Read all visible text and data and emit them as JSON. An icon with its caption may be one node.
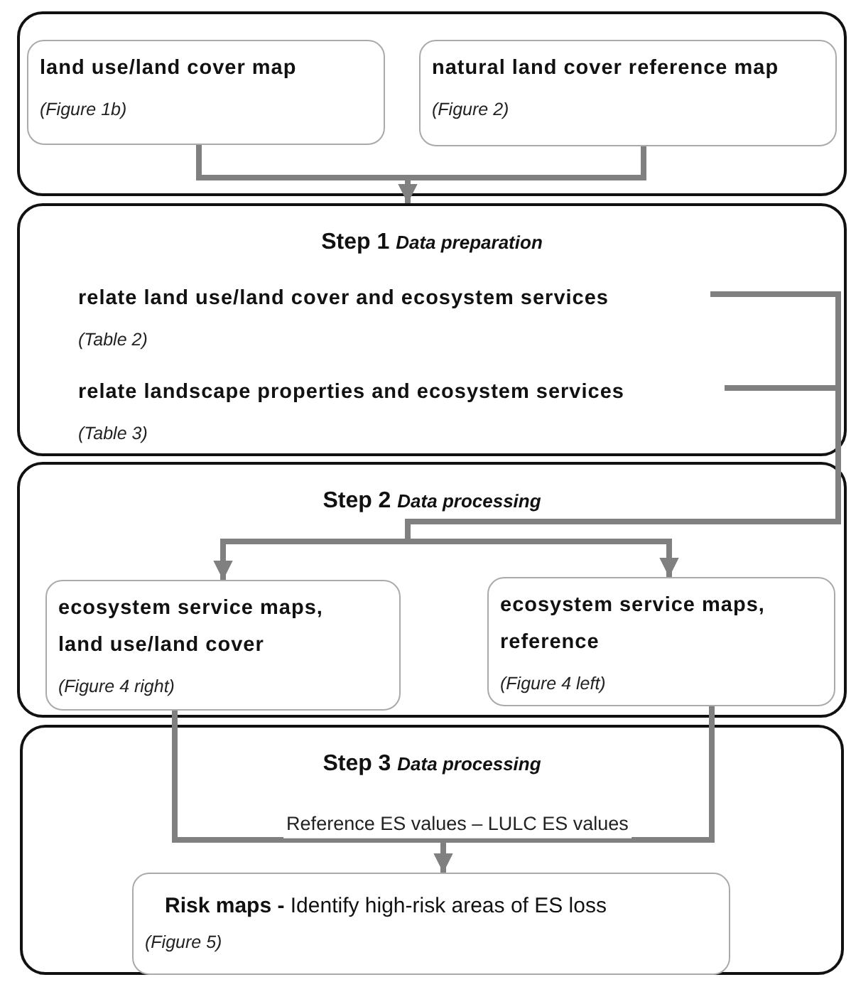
{
  "diagram": {
    "nodes": [
      {
        "text": [],
        "shape": "box"
      },
      {
        "text": [
          "land use/land cover map",
          "(Figure 1b)"
        ],
        "in": 0
      },
      {
        "text": [
          "natural land cover reference map",
          "(Figure 2)"
        ],
        "in": 0
      },
      {
        "text": [
          "Step 1 *Data preparation*"
        ]
      },
      {
        "text": [
          "relate land use/land cover and ecosystem services",
          "(Table 2)"
        ],
        "in": 3
      },
      {
        "text": [
          "relate landscape properties and ecosystem services",
          "(Table 3)"
        ],
        "in": 3
      },
      {
        "text": [
          "Step 2 *Data processing*"
        ]
      },
      {
        "text": [
          "ecosystem service maps, land use/land cover",
          "(Figure 4 right)"
        ],
        "in": 6
      },
      {
        "text": [
          "ecosystem service maps, reference",
          "(Figure 4 left)"
        ],
        "in": 6
      },
      {
        "text": [
          "Step 3 *Data processing*"
        ]
      },
      {
        "text": [
          "**Risk maps -** Identify high-risk areas of ES loss",
          "(Figure 5)"
        ],
        "in": 9
      }
    ],
    "edges": [
      {
        "from": 1,
        "to": 3,
        "arrow": "to"
      },
      {
        "from": 2,
        "to": 3,
        "arrow": "to"
      },
      {
        "from": 4,
        "to": 7,
        "arrow": "to"
      },
      {
        "from": 4,
        "to": 8,
        "arrow": "to"
      },
      {
        "from": 5,
        "to": 7,
        "arrow": "to"
      },
      {
        "from": 5,
        "to": 8,
        "arrow": "to"
      },
      {
        "from": 7,
        "to": 10,
        "arrow": "to",
        "label": "Reference ES values – LULC ES values"
      },
      {
        "from": 8,
        "to": 10,
        "arrow": "to"
      }
    ]
  }
}
